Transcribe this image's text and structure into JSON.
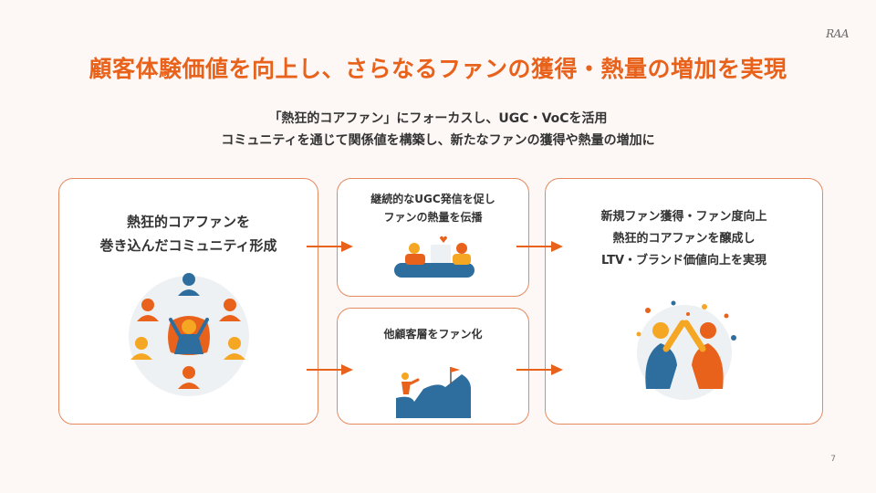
{
  "logo": "RAA",
  "title": "顧客体験価値を向上し、さらなるファンの獲得・熱量の増加を実現",
  "subtitle": {
    "line1": "「熱狂的コアファン」にフォーカスし、UGC・VoCを活用",
    "line2": "コミュニティを通じて関係値を構築し、新たなファンの獲得や熱量の増加に"
  },
  "cards": {
    "community": {
      "line1": "熱狂的コアファンを",
      "line2": "巻き込んだコミュニティ形成"
    },
    "ugc": {
      "line1": "継続的なUGC発信を促し",
      "line2": "ファンの熱量を伝播"
    },
    "new_fans": {
      "line1": "他顧客層をファン化"
    },
    "result": {
      "line1": "新規ファン獲得・ファン度向上",
      "line2": "熱狂的コアファンを醸成し",
      "line3": "LTV・ブランド価値向上を実現"
    }
  },
  "page_number": "7",
  "colors": {
    "accent": "#e8621c",
    "border": "#e58a5f",
    "navy": "#2e6e9e",
    "yellow": "#f5a623"
  }
}
